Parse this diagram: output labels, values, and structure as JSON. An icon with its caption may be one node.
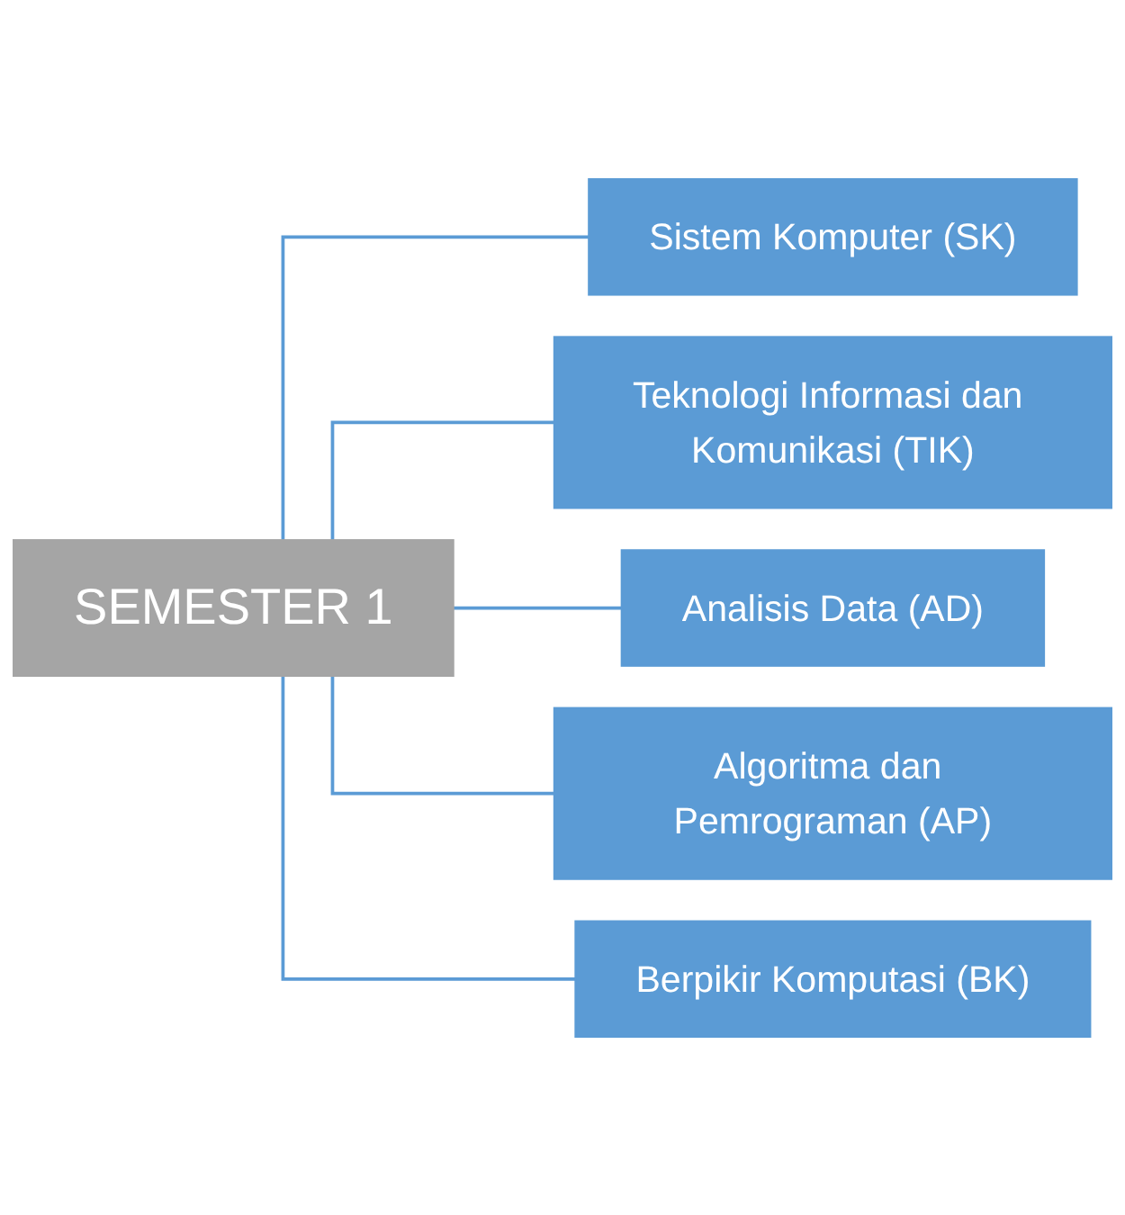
{
  "diagram": {
    "nodes": [
      {
        "text": [
          "SEMESTER 1"
        ]
      },
      {
        "text": [
          "Sistem Komputer (SK)"
        ]
      },
      {
        "text": [
          "Teknologi Informasi dan Komunikasi (TIK)"
        ]
      },
      {
        "text": [
          "Analisis Data (AD)"
        ]
      },
      {
        "text": [
          "Algoritma dan Pemrograman (AP)"
        ]
      },
      {
        "text": [
          "Berpikir Komputasi (BK)"
        ]
      }
    ],
    "edges": [
      {
        "from": 0,
        "to": 1,
        "arrow": "none"
      },
      {
        "from": 0,
        "to": 2,
        "arrow": "none"
      },
      {
        "from": 0,
        "to": 3,
        "arrow": "none"
      },
      {
        "from": 0,
        "to": 4,
        "arrow": "none"
      },
      {
        "from": 0,
        "to": 5,
        "arrow": "none"
      }
    ]
  }
}
